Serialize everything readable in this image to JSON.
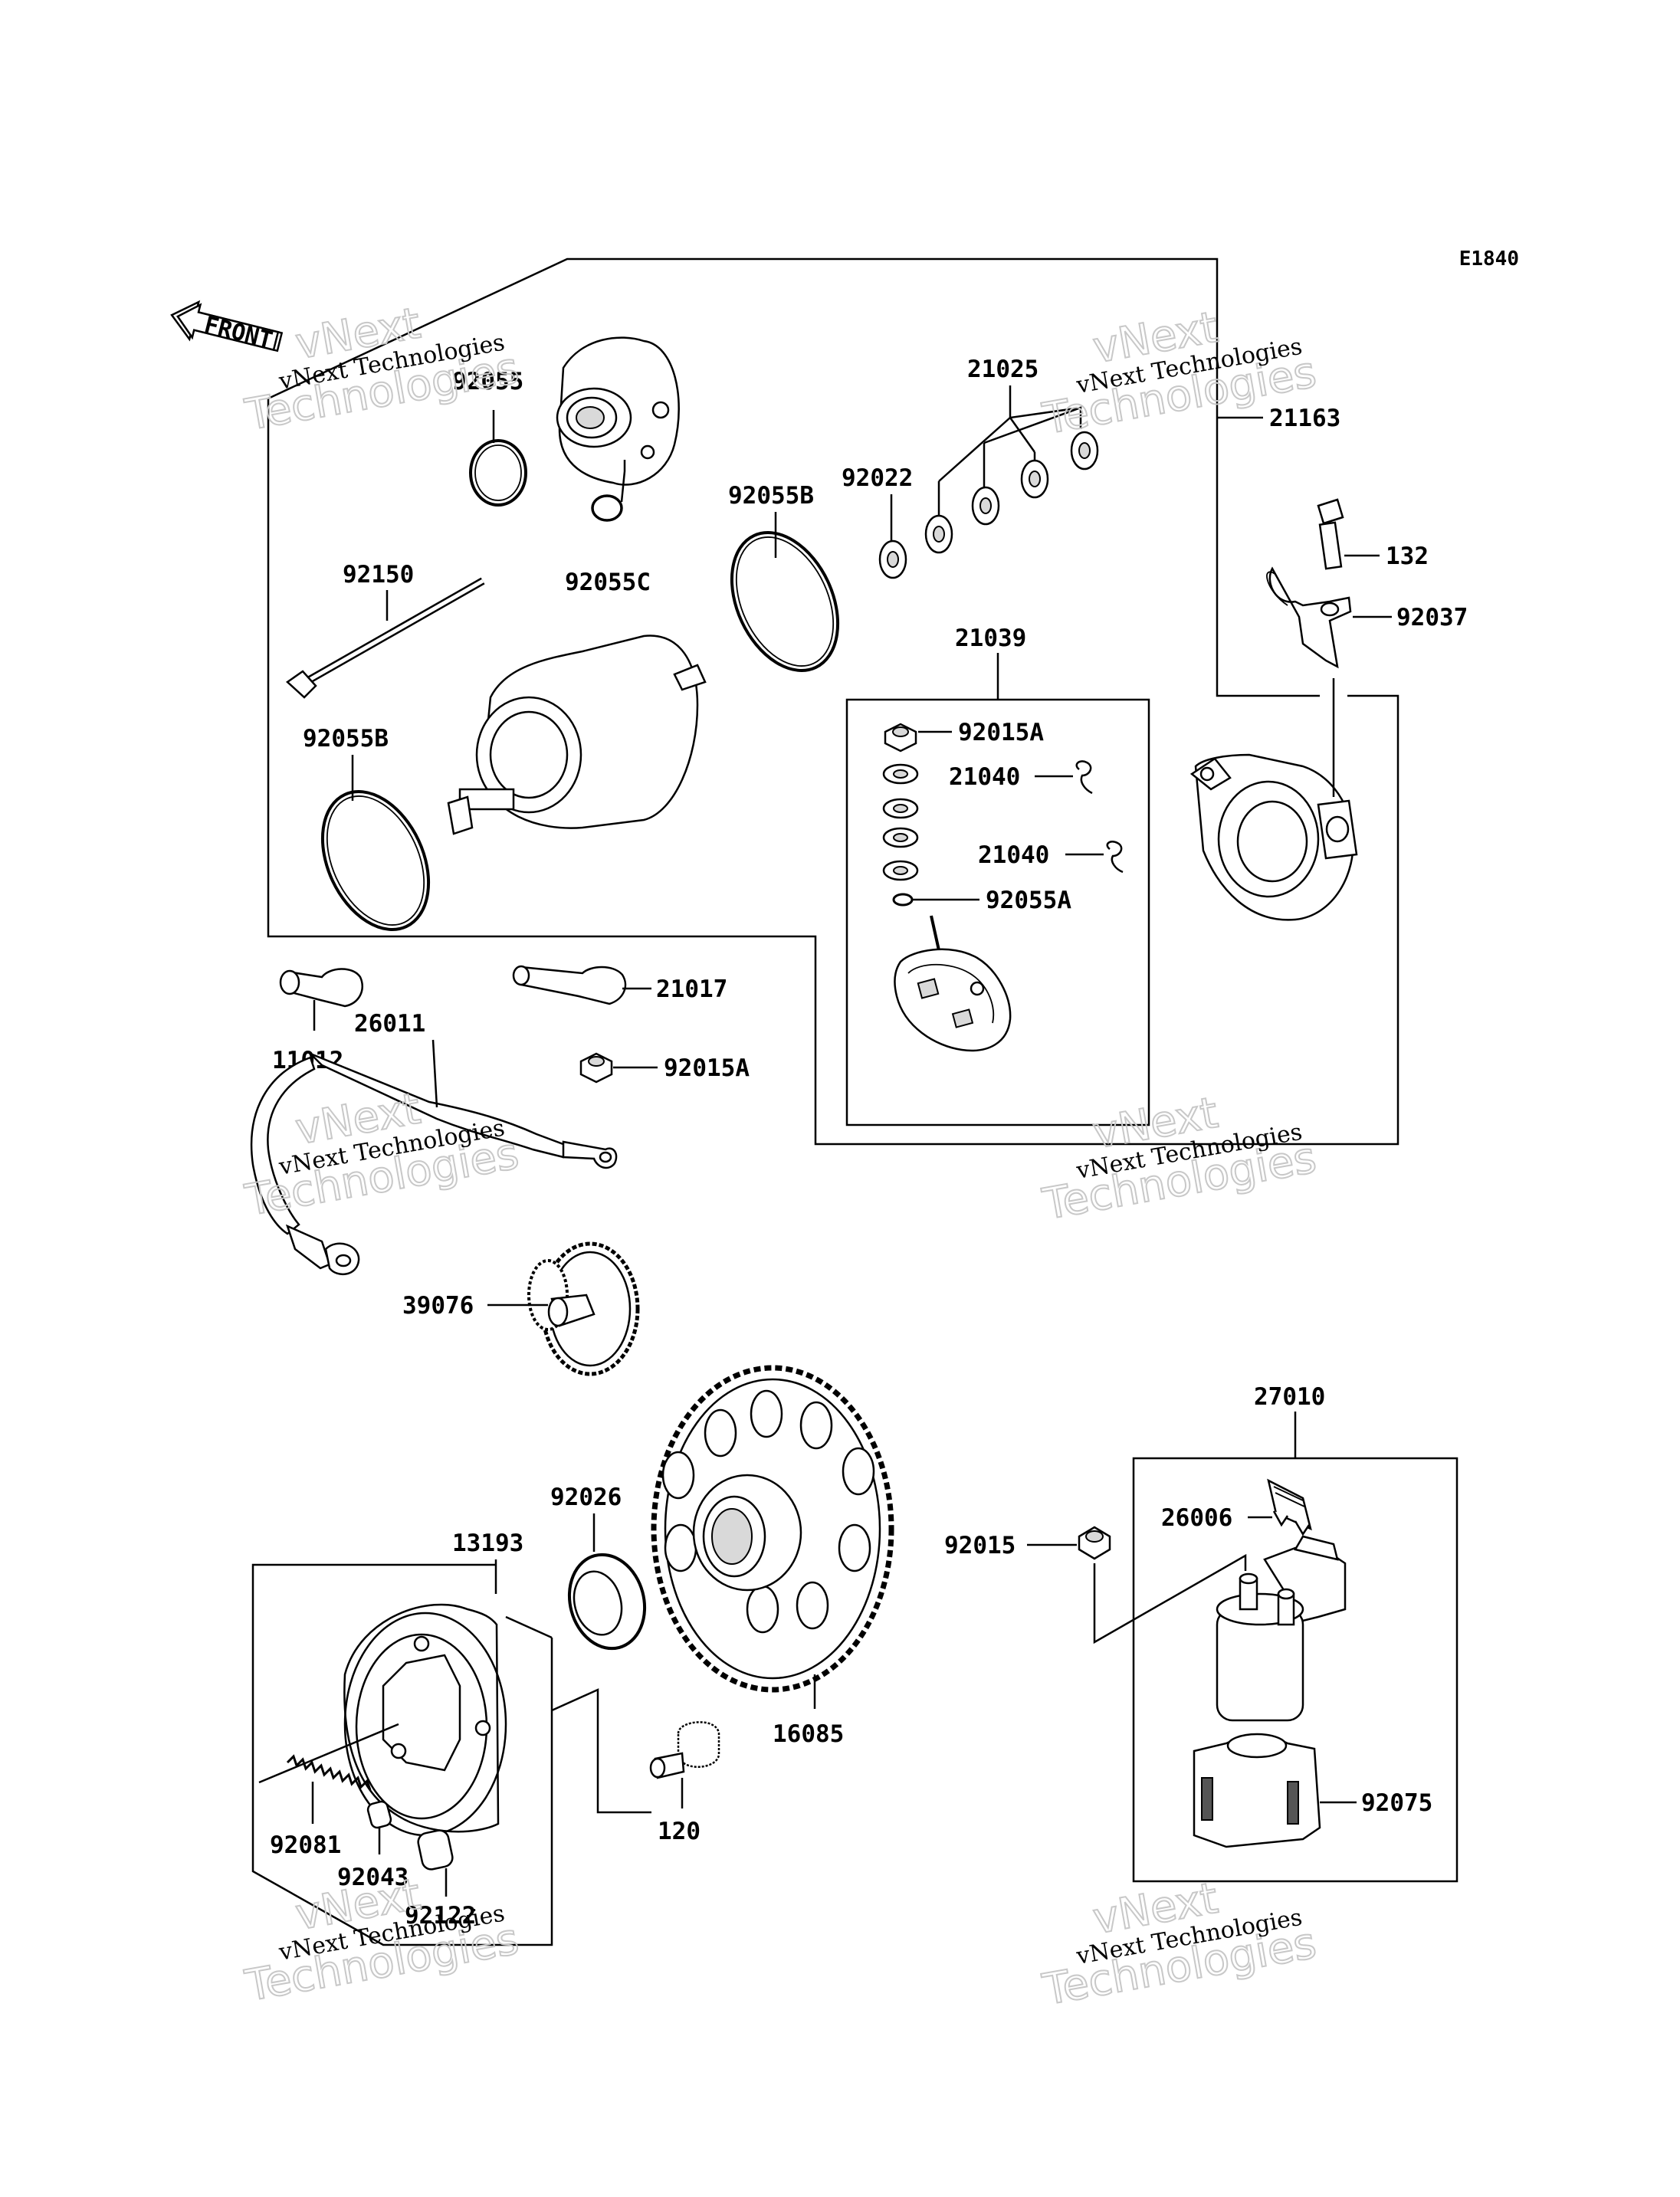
{
  "diagram_code": "E1840",
  "front_label": "FRONT",
  "watermark": {
    "line1": "vNext Technologies",
    "line2": "vNext",
    "line3": "Technologies"
  },
  "parts": {
    "p92055": "92055",
    "p92055C": "92055C",
    "p92150": "92150",
    "p92055B_a": "92055B",
    "p92055B_b": "92055B",
    "p21025": "21025",
    "p92022": "92022",
    "p21163": "21163",
    "p132": "132",
    "p92037": "92037",
    "p21039": "21039",
    "p92015A_a": "92015A",
    "p21040_a": "21040",
    "p21040_b": "21040",
    "p92055A": "92055A",
    "p21017": "21017",
    "p11012": "11012",
    "p26011": "26011",
    "p92015A_b": "92015A",
    "p39076": "39076",
    "p27010": "27010",
    "p92026": "92026",
    "p13193": "13193",
    "p92015": "92015",
    "p26006": "26006",
    "p16085": "16085",
    "p120": "120",
    "p92081": "92081",
    "p92043": "92043",
    "p92122": "92122",
    "p92075": "92075"
  }
}
